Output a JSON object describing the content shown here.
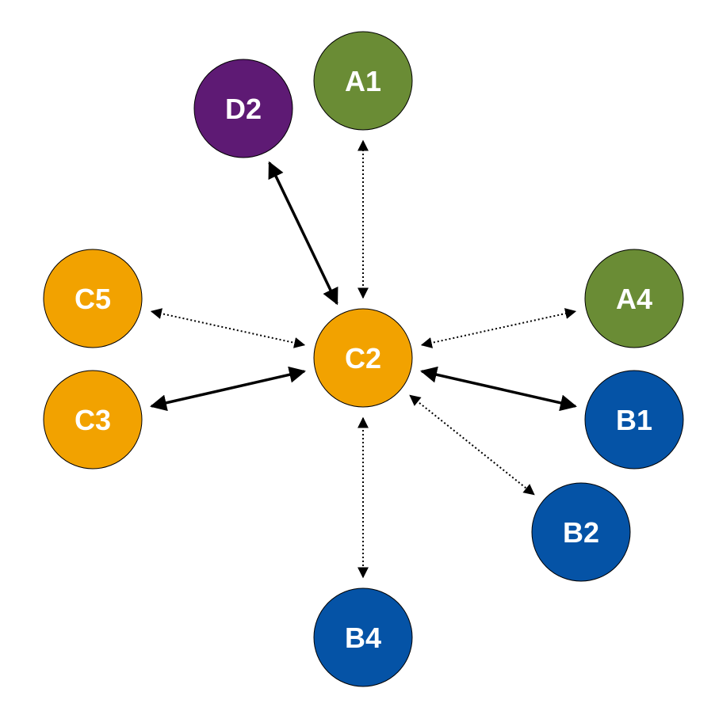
{
  "colors": {
    "orange": "#F2A200",
    "green": "#6A8C35",
    "purple": "#5E1A74",
    "blue": "#0553A6",
    "stroke": "#000000"
  },
  "nodes": [
    {
      "id": "C2",
      "label": "C2",
      "color": "orange"
    },
    {
      "id": "A1",
      "label": "A1",
      "color": "green"
    },
    {
      "id": "D2",
      "label": "D2",
      "color": "purple"
    },
    {
      "id": "C5",
      "label": "C5",
      "color": "orange"
    },
    {
      "id": "C3",
      "label": "C3",
      "color": "orange"
    },
    {
      "id": "A4",
      "label": "A4",
      "color": "green"
    },
    {
      "id": "B1",
      "label": "B1",
      "color": "blue"
    },
    {
      "id": "B2",
      "label": "B2",
      "color": "blue"
    },
    {
      "id": "B4",
      "label": "B4",
      "color": "blue"
    }
  ],
  "edges": [
    {
      "from": "C2",
      "to": "D2",
      "style": "solid",
      "direction": "both"
    },
    {
      "from": "C2",
      "to": "A1",
      "style": "dotted",
      "direction": "both"
    },
    {
      "from": "C2",
      "to": "C5",
      "style": "dotted",
      "direction": "both"
    },
    {
      "from": "C2",
      "to": "C3",
      "style": "solid",
      "direction": "both"
    },
    {
      "from": "C2",
      "to": "A4",
      "style": "dotted",
      "direction": "both"
    },
    {
      "from": "C2",
      "to": "B1",
      "style": "solid",
      "direction": "both"
    },
    {
      "from": "C2",
      "to": "B2",
      "style": "dotted",
      "direction": "both"
    },
    {
      "from": "C2",
      "to": "B4",
      "style": "dotted",
      "direction": "both"
    }
  ]
}
